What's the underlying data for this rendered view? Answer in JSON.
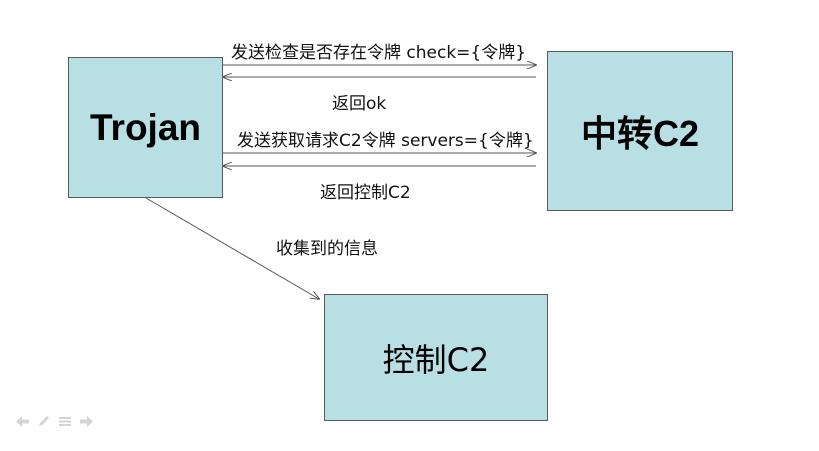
{
  "nodes": {
    "trojan": "Trojan",
    "relay": "中转C2",
    "control": "控制C2"
  },
  "messages": {
    "check_request": "发送检查是否存在令牌 check={令牌}",
    "check_reply": "返回ok",
    "servers_request": "发送获取请求C2令牌 servers={令牌}",
    "servers_reply": "返回控制C2",
    "collected": "收集到的信息"
  },
  "colors": {
    "box_fill": "#b8dfe3",
    "box_border": "#5a5a5a",
    "arrow": "#555555"
  },
  "nav_icons": [
    "arrow-left-icon",
    "pen-icon",
    "menu-icon",
    "arrow-right-icon"
  ]
}
